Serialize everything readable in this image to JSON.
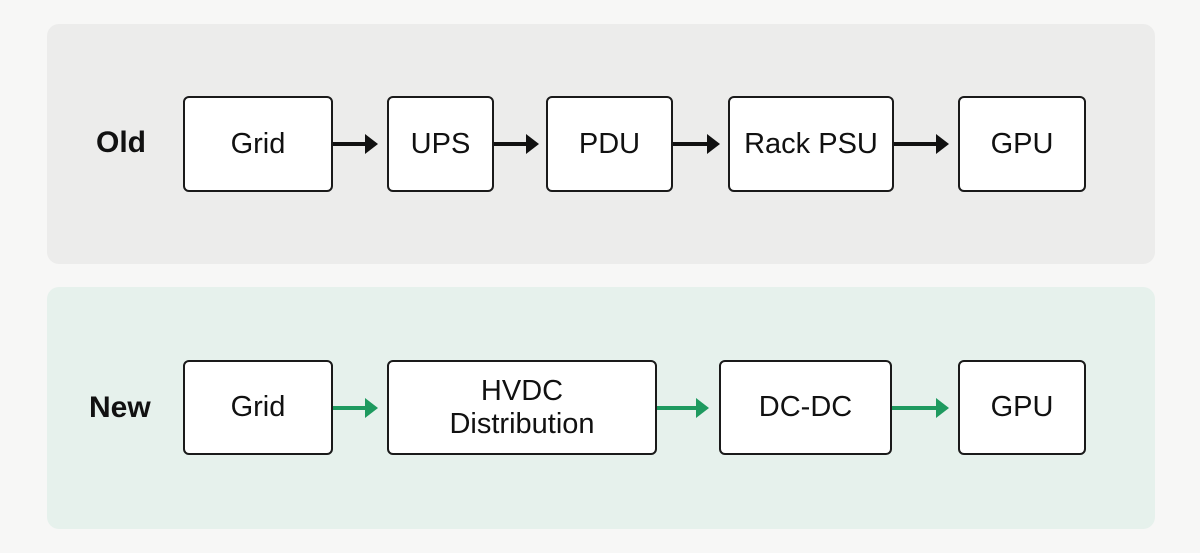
{
  "rows": {
    "old": {
      "label": "Old",
      "steps": [
        "Grid",
        "UPS",
        "PDU",
        "Rack PSU",
        "GPU"
      ]
    },
    "new": {
      "label": "New",
      "steps": [
        "Grid",
        "HVDC\nDistribution",
        "DC-DC",
        "GPU"
      ]
    }
  },
  "colors": {
    "old_panel_bg": "#ececeb",
    "new_panel_bg": "#e6f1ec",
    "old_arrow": "#111111",
    "new_arrow": "#1e9a5f",
    "box_border": "#1a1a1a"
  }
}
